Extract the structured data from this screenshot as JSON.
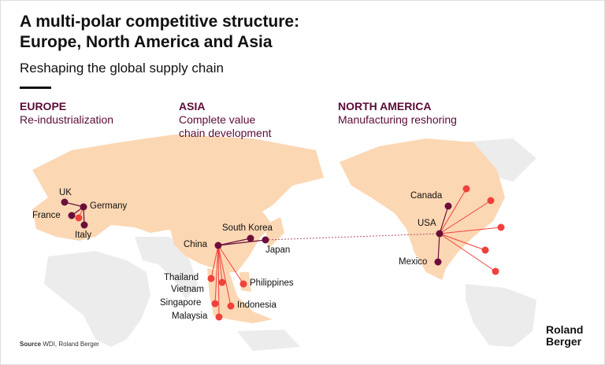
{
  "title_line1": "A multi-polar competitive structure:",
  "title_line2": "Europe, North America and Asia",
  "subtitle": "Reshaping the global supply chain",
  "regions": [
    {
      "heading": "EUROPE",
      "line1": "Re-industrialization",
      "line2": ""
    },
    {
      "heading": "ASIA",
      "line1": "Complete value",
      "line2": "chain development"
    },
    {
      "heading": "NORTH AMERICA",
      "line1": "Manufacturing reshoring",
      "line2": ""
    }
  ],
  "countries": {
    "uk": "UK",
    "germany": "Germany",
    "france": "France",
    "italy": "Italy",
    "china": "China",
    "south_korea": "South Korea",
    "japan": "Japan",
    "thailand": "Thailand",
    "vietnam": "Vietnam",
    "singapore": "Singapore",
    "malaysia": "Malaysia",
    "indonesia": "Indonesia",
    "philippines": "Philippines",
    "canada": "Canada",
    "usa": "USA",
    "mexico": "Mexico"
  },
  "source_label": "Source",
  "source_text": "WDI, Roland Berger",
  "logo_line1": "Roland",
  "logo_line2": "Berger",
  "colors": {
    "hub": "#6b0f3a",
    "spoke": "#f0413c",
    "highlight_land": "#fcd7b3",
    "other_land": "#ececec",
    "heading": "#5b0c36"
  }
}
